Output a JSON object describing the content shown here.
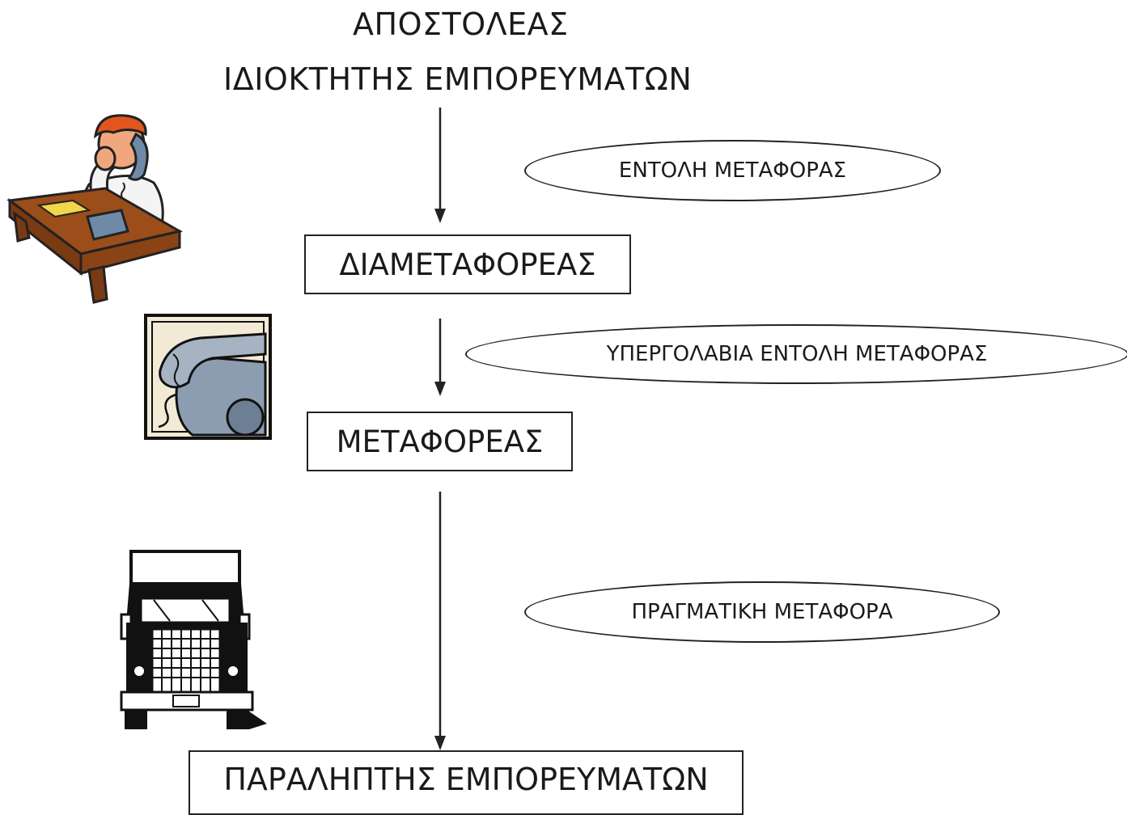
{
  "sender": {
    "line1": "ΑΠΟΣΤΟΛΕΑΣ",
    "line2": "ΙΔΙΟΚΤΗΤΗΣ ΕΜΠΟΡΕΥΜΑΤΩΝ"
  },
  "nodes": {
    "forwarder": "ΔΙΑΜΕΤΑΦΟΡΕΑΣ",
    "carrier": "ΜΕΤΑΦΟΡΕΑΣ",
    "receiver": "ΠΑΡΑΛΗΠΤΗΣ ΕΜΠΟΡΕΥΜΑΤΩΝ"
  },
  "labels": {
    "transport_order": "ΕΝΤΟΛΗ ΜΕΤΑΦΟΡΑΣ",
    "subcontract_order": "ΥΠΕΡΓΟΛΑΒΙΑ ΕΝΤΟΛΗ ΜΕΤΑΦΟΡΑΣ",
    "actual_transport": "ΠΡΑΓΜΑΤΙΚΗ ΜΕΤΑΦΟΡΑ"
  },
  "icons": {
    "person": "person-on-phone-icon",
    "phone": "telephone-icon",
    "truck": "truck-icon"
  }
}
